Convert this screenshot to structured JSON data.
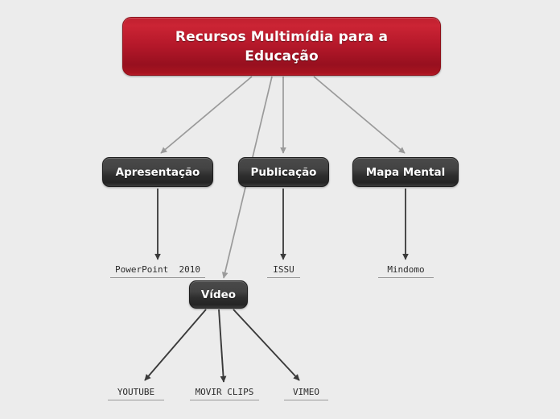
{
  "diagram": {
    "title_node": {
      "label": "Recursos Multimídia para a Educação"
    },
    "branches": [
      {
        "label": "Apresentação"
      },
      {
        "label": "Publicação"
      },
      {
        "label": "Mapa Mental"
      }
    ],
    "sub_node": {
      "label": "Vídeo"
    },
    "leaves": [
      {
        "label": "PowerPoint  2010"
      },
      {
        "label": "ISSU"
      },
      {
        "label": "Mindomo"
      },
      {
        "label": "YOUTUBE"
      },
      {
        "label": "MOVIR CLIPS"
      },
      {
        "label": "VIMEO"
      }
    ],
    "colors": {
      "background": "#ececec",
      "root_red_light": "#cb2434",
      "root_red_dark": "#97101f",
      "node_dark": "#2e2e2e",
      "edge_gray": "#9a9a9a",
      "edge_dark": "#3a3a3a",
      "leaf_text": "#2b2b2b"
    }
  }
}
